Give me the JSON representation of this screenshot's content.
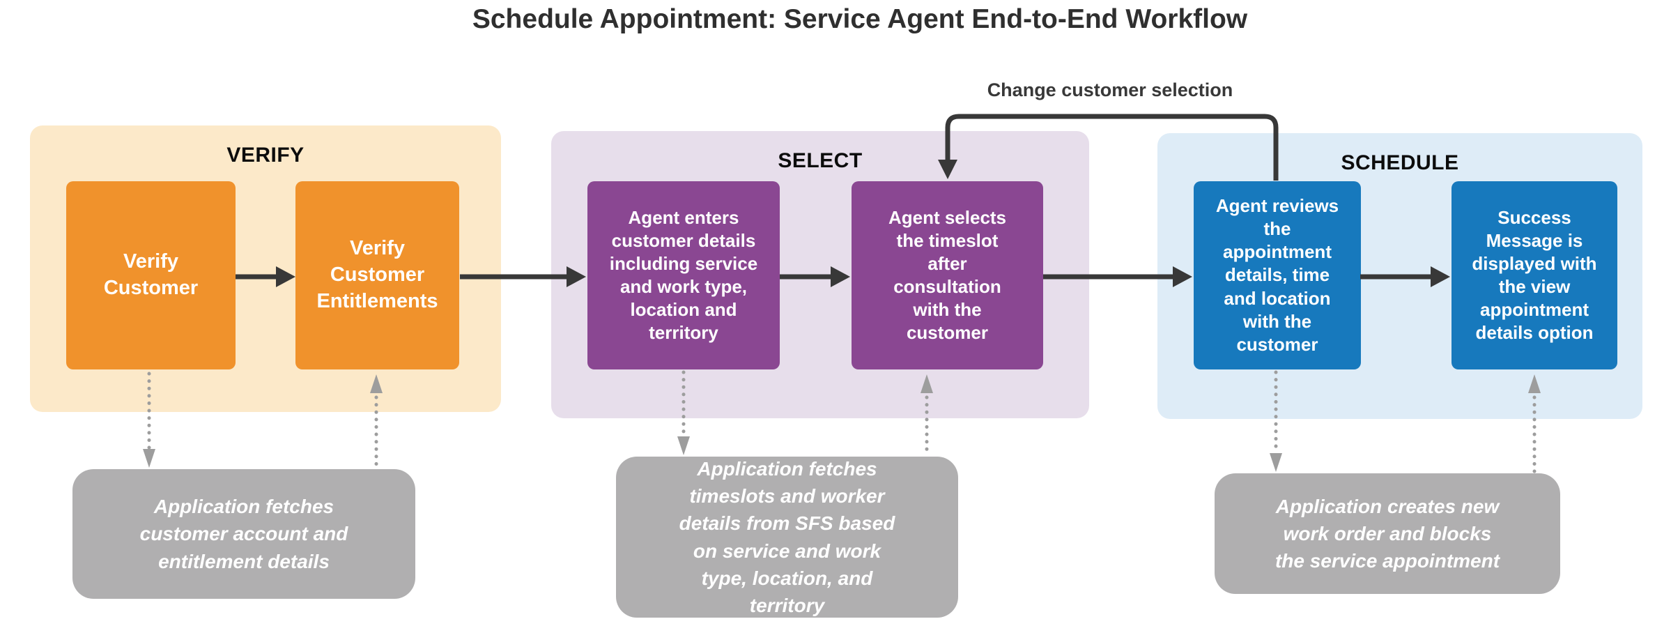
{
  "title": "Schedule Appointment: Service Agent End-to-End Workflow",
  "connector": {
    "label": "Change customer selection"
  },
  "phases": [
    {
      "label": "VERIFY",
      "steps": [
        {
          "text": "Verify\nCustomer"
        },
        {
          "text": "Verify\nCustomer\nEntitlements"
        }
      ],
      "note": {
        "text": "Application fetches\ncustomer account and\nentitlement details"
      }
    },
    {
      "label": "SELECT",
      "steps": [
        {
          "text": "Agent enters\ncustomer details\nincluding service\nand work type,\nlocation and\nterritory"
        },
        {
          "text": "Agent selects\nthe timeslot\nafter\nconsultation\nwith the\ncustomer"
        }
      ],
      "note": {
        "text": "Application fetches\ntimeslots and worker\ndetails from SFS based\non service and work\ntype, location, and\nterritory"
      }
    },
    {
      "label": "SCHEDULE",
      "steps": [
        {
          "text": "Agent reviews\nthe\nappointment\ndetails, time\nand location\nwith the\ncustomer"
        },
        {
          "text": "Success\nMessage is\ndisplayed with\nthe view\nappointment\ndetails option"
        }
      ],
      "note": {
        "text": "Application creates new\nwork order and blocks\nthe service appointment"
      }
    }
  ],
  "colors": {
    "verify_container": "#FCE9C9",
    "select_container": "#E7DEEB",
    "schedule_container": "#DEECF7",
    "verify_step": "#F0922C",
    "select_step": "#8A4792",
    "schedule_step": "#1779BD",
    "note_box": "#B0AFB0",
    "solid_arrow": "#383838",
    "dotted_arrow": "#9D9D9D",
    "title_text": "#2F2F2F"
  }
}
